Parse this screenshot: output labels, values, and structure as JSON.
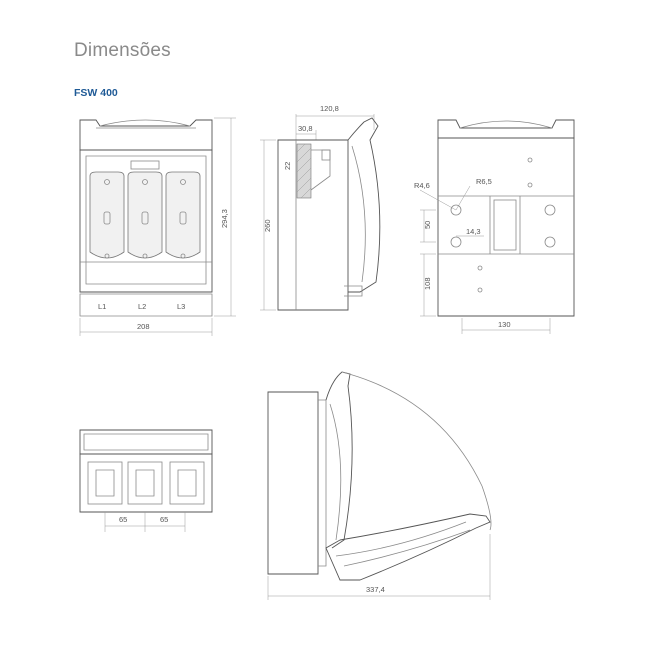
{
  "page": {
    "title": "Dimensões",
    "subtitle": "FSW 400"
  },
  "front_view": {
    "phase_labels": [
      "L1",
      "L2",
      "L3"
    ],
    "width": "208",
    "height": "294,3"
  },
  "side_view": {
    "depth": "120,8",
    "inset": "30,8",
    "offset": "22",
    "height": "260"
  },
  "rear_view": {
    "radius_1": "R4,6",
    "radius_2": "R6,5",
    "dim_50": "50",
    "dim_14": "14,3",
    "dim_108": "108",
    "width": "130"
  },
  "bottom_view": {
    "pitch_1": "65",
    "pitch_2": "65"
  },
  "open_view": {
    "width": "337,4"
  }
}
